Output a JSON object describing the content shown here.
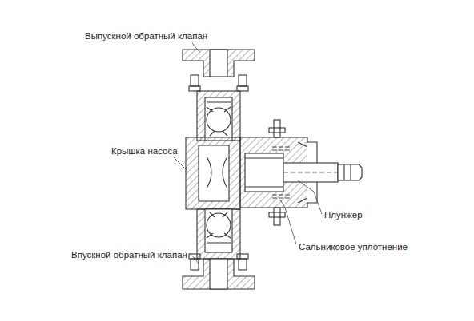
{
  "diagram": {
    "labels": [
      "Выпускной обратный клапан",
      "Крышка насоса",
      "Плунжер",
      "Сальниковое уплотнение",
      "Впускной обратный клапан"
    ]
  }
}
